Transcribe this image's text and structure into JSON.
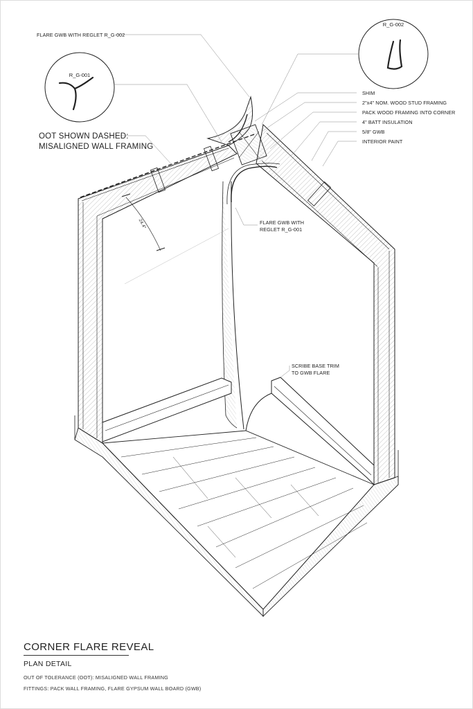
{
  "details": {
    "r_g_001": "R_G-001",
    "r_g_002": "R_G-002"
  },
  "callouts": {
    "flare_reglet_002": "FLARE GWB WITH REGLET R_G-002",
    "shim": "SHIM",
    "stud_framing": "2\"x4\" NOM. WOOD STUD FRAMING",
    "pack_framing": "PACK WOOD FRAMING INTO CORNER",
    "batt": "4\" BATT INSULATION",
    "gwb": "5/8\" GWB",
    "paint": "INTERIOR PAINT",
    "oot_line1": "OOT SHOWN DASHED:",
    "oot_line2": "MISALIGNED WALL FRAMING",
    "flare_reglet_001_line1": "FLARE GWB WITH",
    "flare_reglet_001_line2": "REGLET R_G-001",
    "scribe_line1": "SCRIBE BASE TRIM",
    "scribe_line2": "TO GWB FLARE",
    "dimension": "24.4°"
  },
  "title_block": {
    "title": "CORNER FLARE REVEAL",
    "subtitle": "PLAN DETAIL",
    "note1": "OUT OF TOLERANCE (OOT): MISALIGNED WALL FRAMING",
    "note2": "FITTINGS: PACK WALL FRAMING, FLARE GYPSUM WALL BOARD (GWB)"
  },
  "colors": {
    "line": "#222222",
    "hatch": "#9a9a9a",
    "paper": "#ffffff"
  }
}
